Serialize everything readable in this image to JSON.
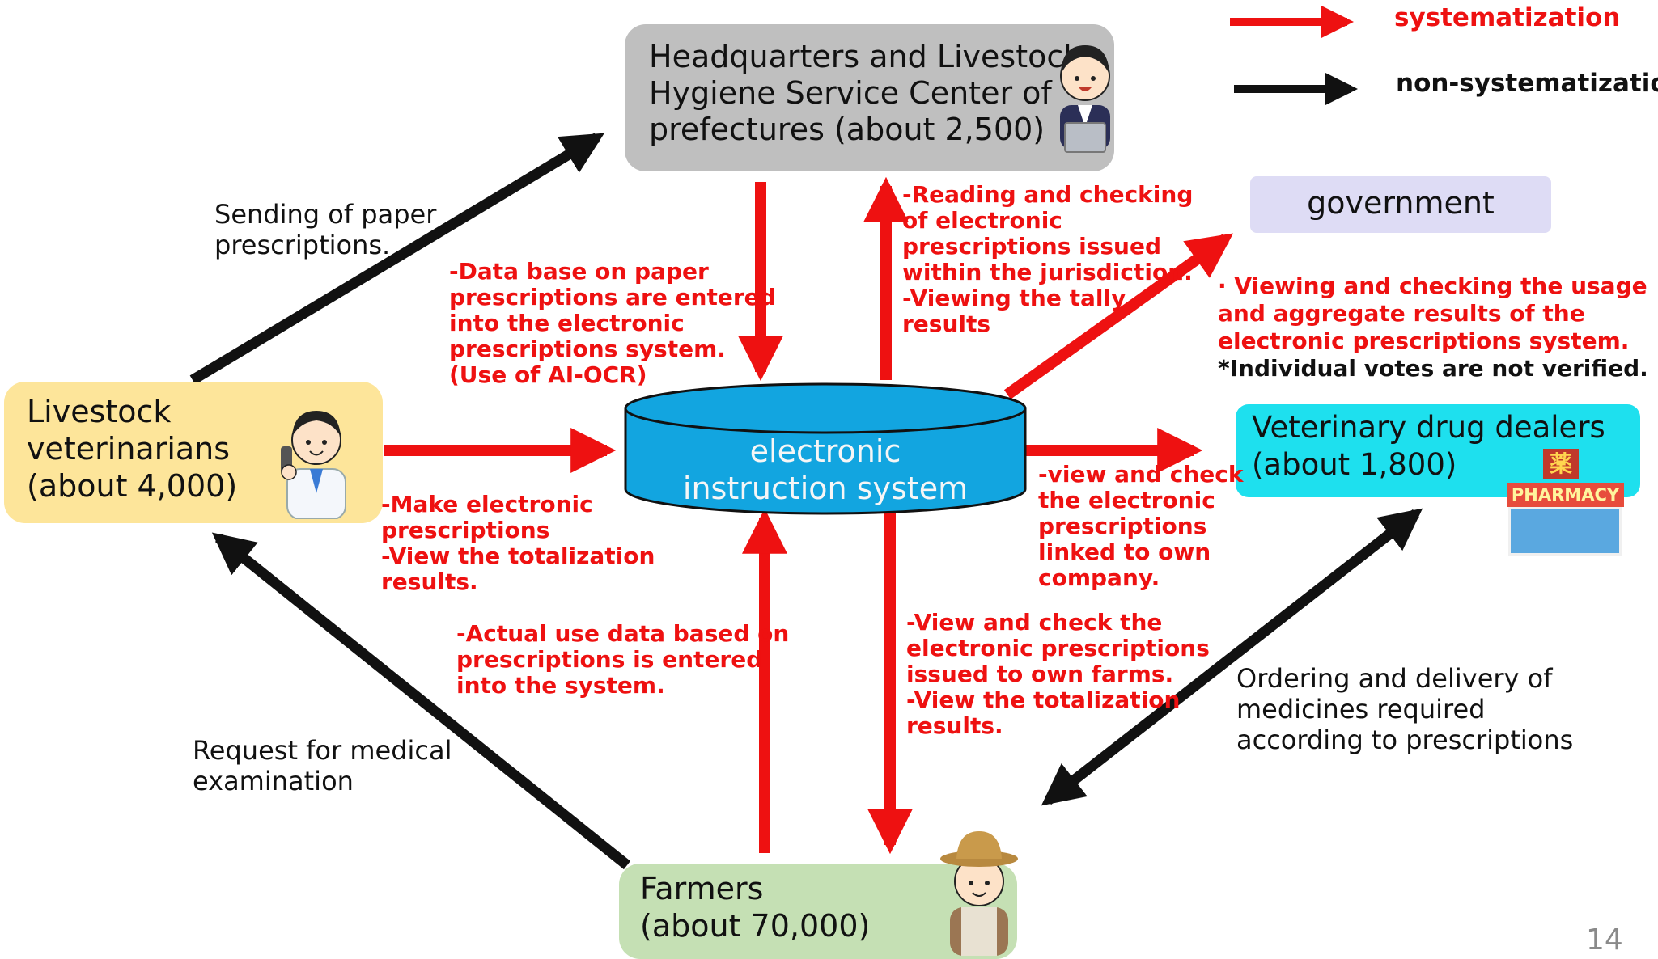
{
  "legend": {
    "systematization": "systematization",
    "non_systematization": "non-systematization",
    "systematization_color": "#ee1111",
    "non_systematization_color": "#111111"
  },
  "nodes": {
    "headquarters": {
      "lines": [
        "Headquarters and Livestock",
        "Hygiene Service Center of",
        "prefectures (about 2,500)"
      ],
      "color": "#bfbfbf"
    },
    "government": {
      "label": "government",
      "color": "#dedcf5"
    },
    "veterinarians": {
      "lines": [
        "Livestock",
        "veterinarians",
        "(about 4,000)"
      ],
      "color": "#fde59a"
    },
    "system": {
      "lines": [
        "electronic",
        "instruction system"
      ],
      "color": "#12a5e0"
    },
    "dealers": {
      "lines": [
        "Veterinary drug dealers",
        "(about 1,800)"
      ],
      "color": "#1ee0ee",
      "sign_char": "薬",
      "pharmacy_label": "PHARMACY"
    },
    "farmers": {
      "lines": [
        "Farmers",
        "(about 70,000)"
      ],
      "color": "#c5e0b4"
    }
  },
  "annotations": {
    "paper_sending": [
      "Sending of paper",
      "prescriptions."
    ],
    "data_base_paper": [
      "-Data base on paper",
      "prescriptions are entered",
      "into the electronic",
      "prescriptions system.",
      "(Use of AI-OCR)"
    ],
    "reading_checking": [
      "-Reading and checking",
      "of electronic",
      "prescriptions issued",
      "within the jurisdiction.",
      "-Viewing the tally",
      "results"
    ],
    "government_view": [
      "· Viewing and checking the usage",
      "and aggregate results of the",
      "electronic prescriptions system."
    ],
    "individual_votes": "*Individual votes are not verified.",
    "make_prescriptions": [
      "-Make electronic",
      "prescriptions",
      "-View the totalization",
      "results."
    ],
    "dealers_view": [
      "-view and check",
      "the electronic",
      "prescriptions",
      "linked to own",
      "company."
    ],
    "actual_use": [
      "-Actual use data based on",
      "prescriptions is entered",
      "into the system."
    ],
    "farmers_view": [
      "-View and check the",
      "electronic prescriptions",
      "issued to own farms.",
      "-View the totalization",
      "results."
    ],
    "ordering": [
      "Ordering and delivery of",
      "medicines required",
      "according to prescriptions"
    ],
    "medical_request": [
      "Request for medical",
      "examination"
    ]
  },
  "page_number": "14"
}
